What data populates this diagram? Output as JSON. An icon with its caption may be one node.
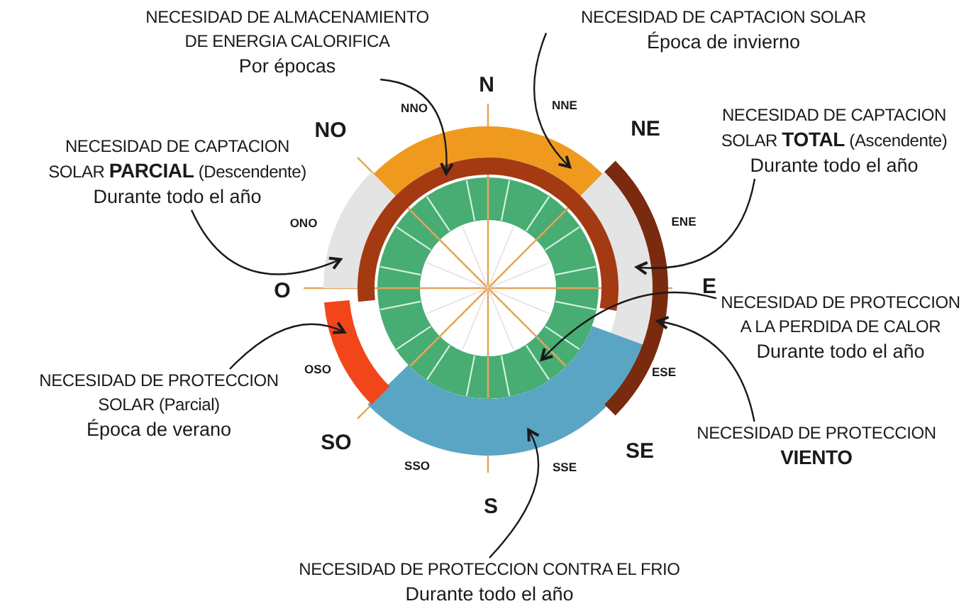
{
  "diagram": {
    "nodes": [
      {
        "text": [
          "NECESIDAD DE ALMACENAMIENTO DE ENERGIA CALORIFICA",
          "Por épocas"
        ]
      },
      {
        "text": [
          "NECESIDAD DE CAPTACION SOLAR",
          "Época de invierno"
        ]
      },
      {
        "text": [
          "NECESIDAD DE CAPTACION SOLAR **TOTAL** (Ascendente)",
          "Durante todo el año"
        ]
      },
      {
        "text": [
          "NECESIDAD DE CAPTACION SOLAR **PARCIAL** (Descendente)",
          "Durante todo el año"
        ]
      },
      {
        "text": [
          "NECESIDAD DE PROTECCION A LA PERDIDA DE CALOR",
          "Durante todo el año"
        ]
      },
      {
        "text": [
          "NECESIDAD DE PROTECCION SOLAR (Parcial)",
          "Época de verano"
        ]
      },
      {
        "text": [
          "NECESIDAD DE PROTECCION **VIENTO**"
        ]
      },
      {
        "text": [
          "NECESIDAD DE PROTECCION CONTRA EL FRIO",
          "Durante todo el año"
        ]
      },
      {
        "text": [],
        "shape": "bar"
      },
      {
        "text": [],
        "shape": "bar"
      },
      {
        "text": [],
        "shape": "bar"
      },
      {
        "text": [],
        "shape": "bar"
      },
      {
        "text": [],
        "shape": "bar"
      },
      {
        "text": [],
        "shape": "circle"
      },
      {
        "text": [],
        "shape": "bar"
      },
      {
        "text": [],
        "shape": "bar"
      }
    ],
    "edges": [
      {
        "from": 0,
        "to": 8,
        "arrow": "to"
      },
      {
        "from": 1,
        "to": 9,
        "arrow": "to"
      },
      {
        "from": 2,
        "to": 12,
        "arrow": "to"
      },
      {
        "from": 3,
        "to": 11,
        "arrow": "to"
      },
      {
        "from": 4,
        "to": 13,
        "arrow": "to"
      },
      {
        "from": 5,
        "to": 14,
        "arrow": "to"
      },
      {
        "from": 6,
        "to": 10,
        "arrow": "to"
      },
      {
        "from": 7,
        "to": 15,
        "arrow": "to"
      }
    ],
    "labels": [
      "NNO",
      "N",
      "NNE",
      "NO",
      "NE",
      "ONO",
      "ENE",
      "O",
      "E",
      "OSO",
      "ESE",
      "SO",
      "SE",
      "SSO",
      "SSE",
      "S"
    ]
  }
}
